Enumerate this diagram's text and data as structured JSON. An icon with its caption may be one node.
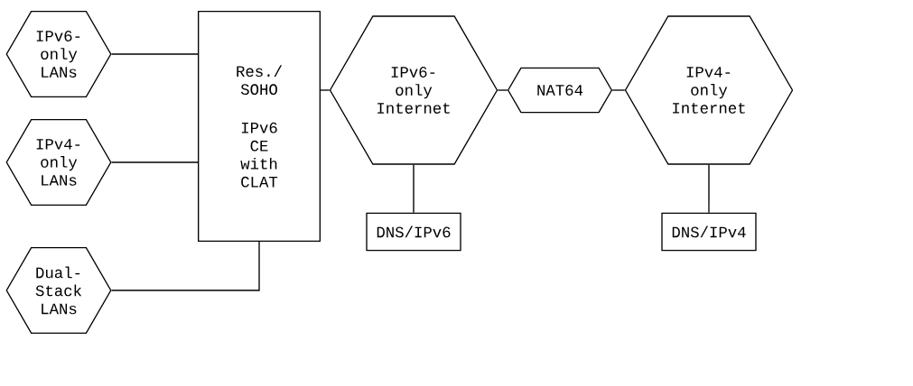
{
  "diagram": {
    "nodes": [
      {
        "text": [
          "IPv6- only LANs"
        ]
      },
      {
        "text": [
          "IPv4- only LANs"
        ]
      },
      {
        "text": [
          "Dual- Stack LANs"
        ]
      },
      {
        "text": [
          "Res./ SOHO",
          "IPv6 CE with CLAT"
        ]
      },
      {
        "text": [
          "IPv6- only Internet"
        ]
      },
      {
        "text": [
          "NAT64"
        ]
      },
      {
        "text": [
          "IPv4- only Internet"
        ]
      },
      {
        "text": [
          "DNS/IPv6"
        ]
      },
      {
        "text": [
          "DNS/IPv4"
        ]
      }
    ],
    "edges": [
      {
        "from": 0,
        "to": 3,
        "arrow": "none"
      },
      {
        "from": 1,
        "to": 3,
        "arrow": "none"
      },
      {
        "from": 2,
        "to": 3,
        "arrow": "none"
      },
      {
        "from": 3,
        "to": 4,
        "arrow": "none"
      },
      {
        "from": 4,
        "to": 5,
        "arrow": "none"
      },
      {
        "from": 5,
        "to": 6,
        "arrow": "none"
      },
      {
        "from": 4,
        "to": 7,
        "arrow": "none"
      },
      {
        "from": 6,
        "to": 8,
        "arrow": "none"
      }
    ]
  }
}
